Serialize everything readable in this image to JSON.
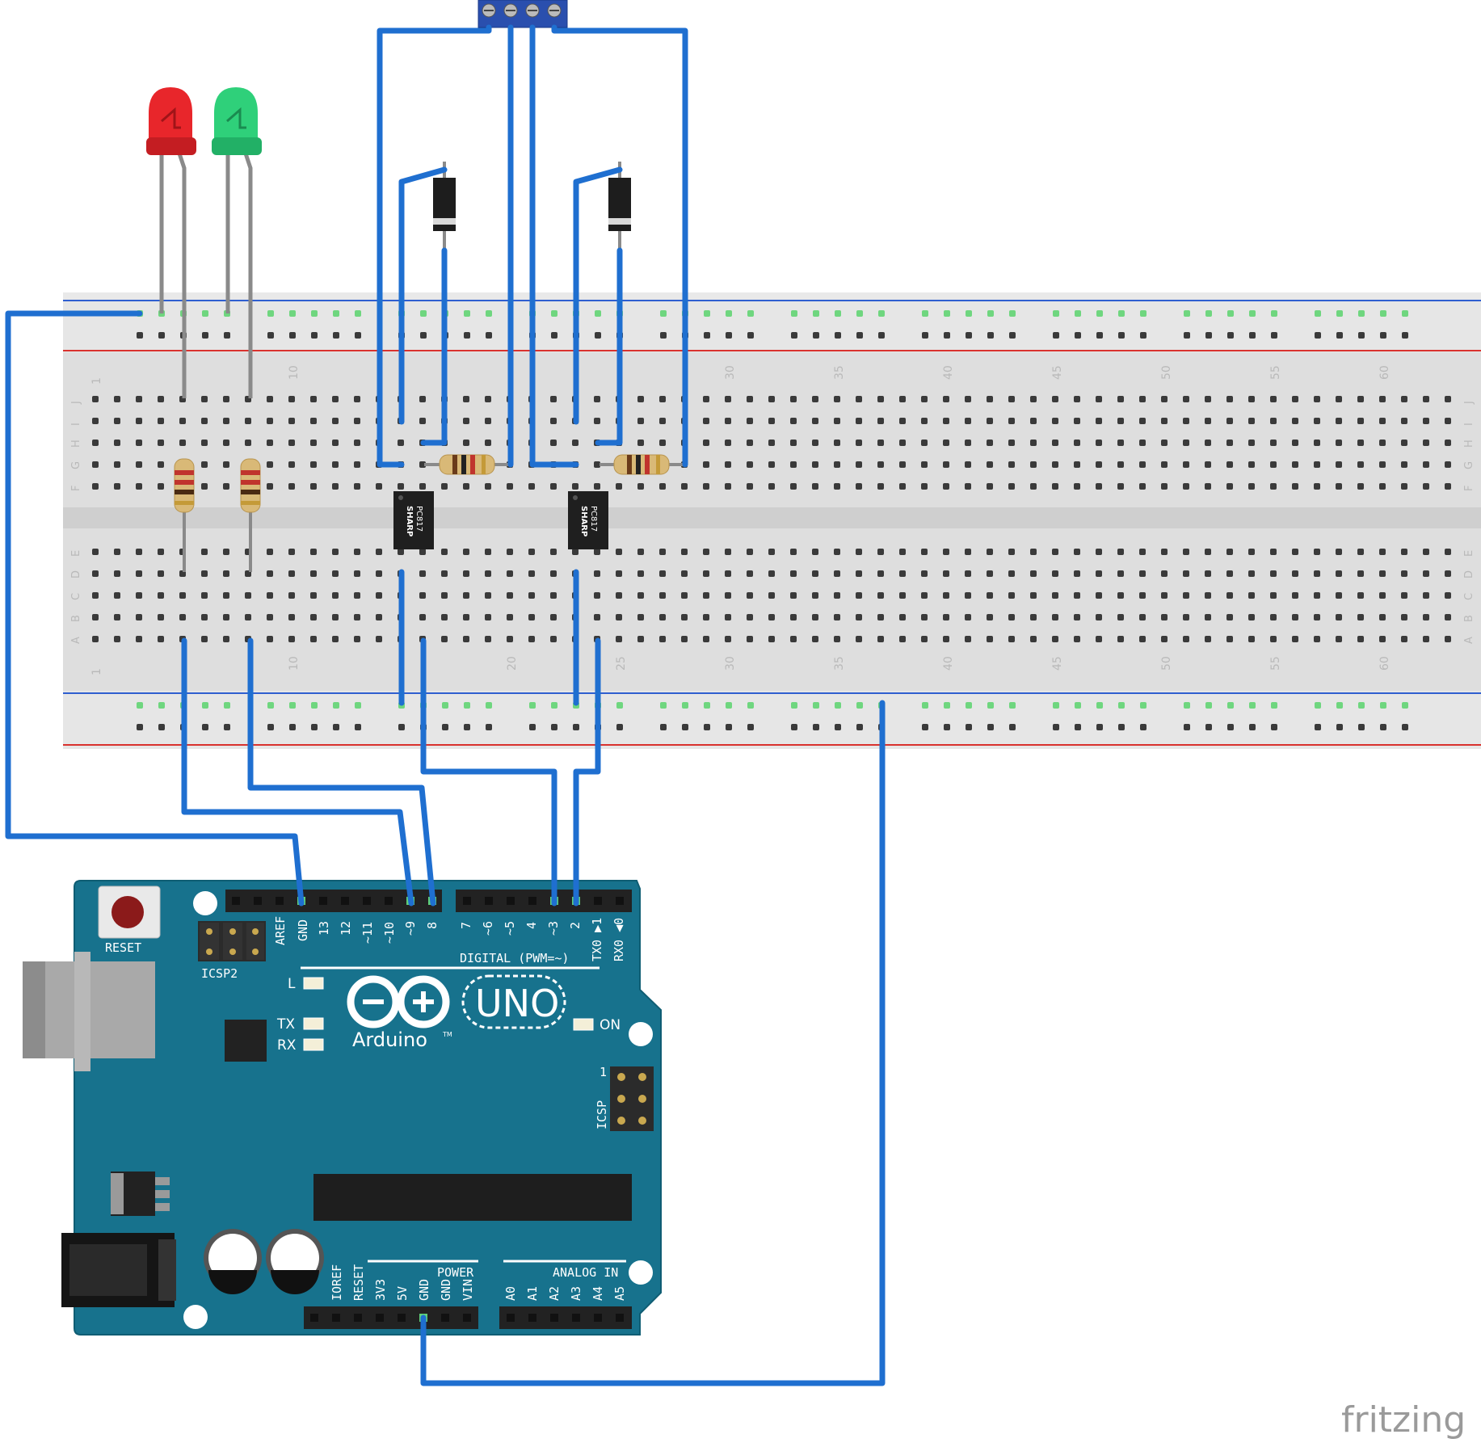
{
  "breadboard": {
    "column_numbers_top": [
      "1",
      "10",
      "30",
      "35",
      "40",
      "45",
      "50",
      "55",
      "60"
    ],
    "column_numbers_bottom": [
      "1",
      "10",
      "20",
      "25",
      "30",
      "35",
      "40",
      "45",
      "50",
      "55",
      "60"
    ],
    "row_letters_top": [
      "J",
      "I",
      "H",
      "G",
      "F"
    ],
    "row_letters_bottom": [
      "E",
      "D",
      "C",
      "B",
      "A"
    ]
  },
  "components": {
    "led_red": {
      "name": "LED",
      "color": "#e8262b"
    },
    "led_green": {
      "name": "LED",
      "color": "#2fd07a"
    },
    "optocoupler_brand": "SHARP",
    "optocoupler_model": "PC817"
  },
  "arduino": {
    "board_name": "UNO",
    "brand": "Arduino",
    "trademark": "TM",
    "reset_label": "RESET",
    "icsp2_label": "ICSP2",
    "icsp_label": "ICSP",
    "icsp_pin1": "1",
    "digital_label": "DIGITAL (PWM=~)",
    "power_label": "POWER",
    "analog_label": "ANALOG IN",
    "led_l": "L",
    "led_tx": "TX",
    "led_rx": "RX",
    "led_on": "ON",
    "digital_pins": [
      "AREF",
      "GND",
      "13",
      "12",
      "~11",
      "~10",
      "~9",
      "8",
      "7",
      "~6",
      "~5",
      "4",
      "~3",
      "2",
      "TX0 ▶1",
      "RX0 ◀0"
    ],
    "power_pins": [
      "IOREF",
      "RESET",
      "3V3",
      "5V",
      "GND",
      "GND",
      "VIN"
    ],
    "analog_pins": [
      "A0",
      "A1",
      "A2",
      "A3",
      "A4",
      "A5"
    ]
  },
  "colors": {
    "wire": "#1f6fd0",
    "board": "#17728d",
    "breadboard": "#e2e2e2",
    "rail_red": "#d9322e",
    "rail_blue": "#2f5fd0",
    "hole_active": "#6fd67f"
  },
  "watermark": "fritzing"
}
